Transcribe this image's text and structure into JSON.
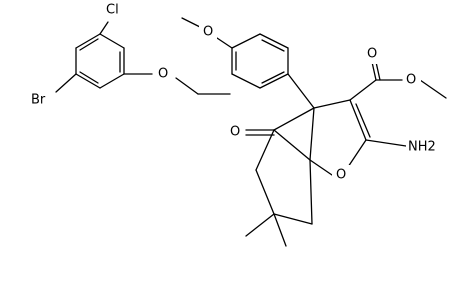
{
  "molecule": {
    "atoms": {
      "br": "Br",
      "cl": "Cl",
      "ether_o": "O",
      "methoxy_o": "O",
      "ester_carbonyl_o": "O",
      "ester_o": "O",
      "nh2": "NH2",
      "ketone_o": "O",
      "ring_o": "O"
    }
  }
}
